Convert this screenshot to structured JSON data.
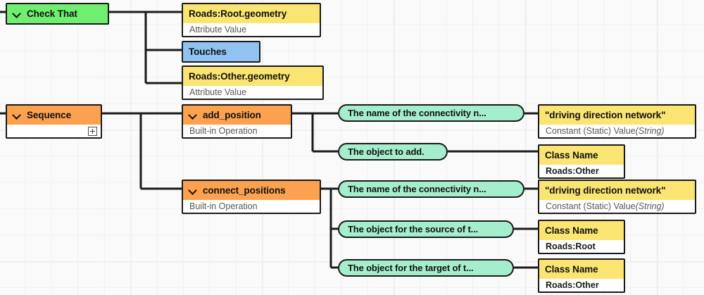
{
  "canvas": {
    "background": "#fafafa",
    "grid_color": "#f0f0f0",
    "grid_major_color": "#e6e6e6"
  },
  "colors": {
    "condition_green": "#70ee70",
    "operation_orange": "#fba14f",
    "attribute_yellow": "#fae572",
    "predicate_blue": "#91c3f2",
    "parameter_teal": "#a5eecd",
    "node_border": "#1a1a1a"
  },
  "nodes": [
    {
      "id": "check-that",
      "type": "condition",
      "title": "Check That",
      "subtitle": null,
      "collapse_icon": "chevron-down-icon"
    },
    {
      "id": "roads-root-geometry",
      "type": "attribute",
      "title": "Roads:Root.geometry",
      "subtitle": "Attribute Value",
      "collapse_icon": null
    },
    {
      "id": "touches",
      "type": "predicate",
      "title": "Touches",
      "subtitle": null,
      "collapse_icon": null
    },
    {
      "id": "roads-other-geometry",
      "type": "attribute",
      "title": "Roads:Other.geometry",
      "subtitle": "Attribute Value",
      "collapse_icon": null
    },
    {
      "id": "sequence",
      "type": "operation",
      "title": "Sequence",
      "subtitle": null,
      "collapse_icon": "chevron-down-icon",
      "expand_icon": "plus-box-icon"
    },
    {
      "id": "add-position",
      "type": "operation",
      "title": "add_position",
      "subtitle": "Built-in Operation",
      "collapse_icon": "chevron-down-icon"
    },
    {
      "id": "connect-positions",
      "type": "operation",
      "title": "connect_positions",
      "subtitle": "Built-in Operation",
      "collapse_icon": "chevron-down-icon"
    },
    {
      "id": "const-driving-direction-network-1",
      "type": "constant",
      "title": "\"driving direction network\"",
      "subtitle": "Constant (Static) Value ",
      "subtitle_italic": "(String)"
    },
    {
      "id": "class-name-roads-other-1",
      "type": "class",
      "title": "Class Name",
      "subtitle": "Roads:Other"
    },
    {
      "id": "const-driving-direction-network-2",
      "type": "constant",
      "title": "\"driving direction network\"",
      "subtitle": "Constant (Static) Value ",
      "subtitle_italic": "(String)"
    },
    {
      "id": "class-name-roads-root",
      "type": "class",
      "title": "Class Name",
      "subtitle": "Roads:Root"
    },
    {
      "id": "class-name-roads-other-2",
      "type": "class",
      "title": "Class Name",
      "subtitle": "Roads:Other"
    }
  ],
  "parameters": [
    {
      "id": "param-conn-name-1",
      "label": "The name of the connectivity n..."
    },
    {
      "id": "param-object-to-add",
      "label": "The object to add."
    },
    {
      "id": "param-conn-name-2",
      "label": "The name of the connectivity n..."
    },
    {
      "id": "param-source",
      "label": "The object for the source of t..."
    },
    {
      "id": "param-target",
      "label": "The object for the target of t..."
    }
  ]
}
